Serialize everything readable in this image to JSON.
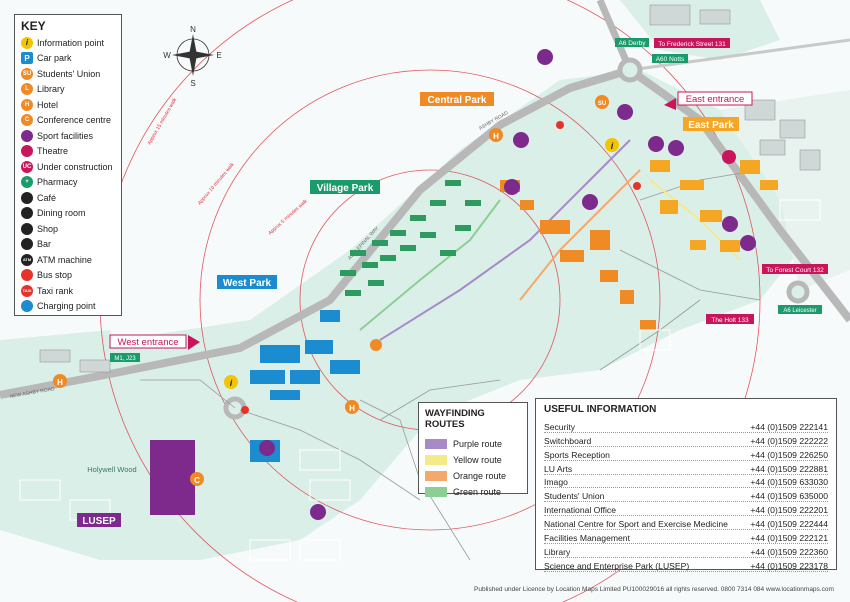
{
  "key": {
    "title": "KEY",
    "items": [
      {
        "label": "Information point",
        "icon": "information-icon",
        "color": "#f2c500",
        "glyph": "i"
      },
      {
        "label": "Car park",
        "icon": "car-park-icon",
        "color": "#1a8ccf",
        "glyph": "P"
      },
      {
        "label": "Students' Union",
        "icon": "students-union-icon",
        "color": "#f08a24",
        "glyph": "SU"
      },
      {
        "label": "Library",
        "icon": "library-icon",
        "color": "#f08a24",
        "glyph": "L"
      },
      {
        "label": "Hotel",
        "icon": "hotel-icon",
        "color": "#f08a24",
        "glyph": "H"
      },
      {
        "label": "Conference centre",
        "icon": "conference-centre-icon",
        "color": "#f08a24",
        "glyph": "C"
      },
      {
        "label": "Sport facilities",
        "icon": "sport-facilities-icon",
        "color": "#7d2a8c",
        "glyph": ""
      },
      {
        "label": "Theatre",
        "icon": "theatre-icon",
        "color": "#c8155b",
        "glyph": ""
      },
      {
        "label": "Under construction",
        "icon": "under-construction-icon",
        "color": "#c8155b",
        "glyph": "UC"
      },
      {
        "label": "Pharmacy",
        "icon": "pharmacy-icon",
        "color": "#1a9b6c",
        "glyph": "+"
      },
      {
        "label": "Café",
        "icon": "cafe-icon",
        "color": "#222222",
        "glyph": ""
      },
      {
        "label": "Dining room",
        "icon": "dining-room-icon",
        "color": "#222222",
        "glyph": ""
      },
      {
        "label": "Shop",
        "icon": "shop-icon",
        "color": "#222222",
        "glyph": ""
      },
      {
        "label": "Bar",
        "icon": "bar-icon",
        "color": "#222222",
        "glyph": ""
      },
      {
        "label": "ATM machine",
        "icon": "atm-icon",
        "color": "#222222",
        "glyph": "ATM"
      },
      {
        "label": "Bus stop",
        "icon": "bus-stop-icon",
        "color": "#e5332a",
        "glyph": ""
      },
      {
        "label": "Taxi rank",
        "icon": "taxi-rank-icon",
        "color": "#e5332a",
        "glyph": "TAXI"
      },
      {
        "label": "Charging point",
        "icon": "charging-point-icon",
        "color": "#1a8ccf",
        "glyph": ""
      }
    ]
  },
  "compass": {
    "n": "N",
    "s": "S",
    "e": "E",
    "w": "W"
  },
  "parks": {
    "central": "Central Park",
    "east": "East Park",
    "village": "Village Park",
    "west": "West Park",
    "lusep": "LUSEP",
    "holywell": "Holywell Wood"
  },
  "entrances": {
    "west": "West entrance",
    "east": "East entrance"
  },
  "signs": {
    "a6_derby": "A6 Derby",
    "a60_notts": "A60 Notts",
    "frederick": "To Frederick Street 131",
    "forest": "To Forest Court 132",
    "holt": "The Holt 133",
    "a6_leicester": "A6 Leicester",
    "m1_j23": "M1, J23"
  },
  "roads": {
    "epinal_way": "A512 EPINAL WAY",
    "ashby_road": "ASHBY ROAD",
    "new_ashby": "NEW ASHBY ROAD"
  },
  "walk_rings": {
    "five": "Approx 5 minutes walk",
    "ten": "Approx 10 minutes walk",
    "fifteen": "Approx 15 minutes walk"
  },
  "wayfinding": {
    "title": "WAYFINDING ROUTES",
    "routes": [
      {
        "label": "Purple route",
        "color": "#a78bc7"
      },
      {
        "label": "Yellow route",
        "color": "#f5ea8a"
      },
      {
        "label": "Orange route",
        "color": "#f4a86a"
      },
      {
        "label": "Green route",
        "color": "#8ccf95"
      }
    ]
  },
  "useful": {
    "title": "USEFUL INFORMATION",
    "rows": [
      {
        "name": "Security",
        "phone": "+44 (0)1509 222141"
      },
      {
        "name": "Switchboard",
        "phone": "+44 (0)1509 222222"
      },
      {
        "name": "Sports Reception",
        "phone": "+44 (0)1509 226250"
      },
      {
        "name": "LU Arts",
        "phone": "+44 (0)1509 222881"
      },
      {
        "name": "Imago",
        "phone": "+44 (0)1509 633030"
      },
      {
        "name": "Students' Union",
        "phone": "+44 (0)1509 635000"
      },
      {
        "name": "International Office",
        "phone": "+44 (0)1509 222201"
      },
      {
        "name": "National Centre for Sport and Exercise Medicine",
        "phone": "+44 (0)1509 222444"
      },
      {
        "name": "Facilities Management",
        "phone": "+44 (0)1509 222121"
      },
      {
        "name": "Library",
        "phone": "+44 (0)1509 222360"
      },
      {
        "name": "Science and Enterprise Park (LUSEP)",
        "phone": "+44 (0)1509 223178"
      }
    ]
  },
  "credit": "Published under Licence by Location Maps Limited PU100029016 all rights reserved. 0800 7314 084 www.locationmaps.com",
  "colors": {
    "land": "#d9efe8",
    "road": "#b8b8b8",
    "ring": "#e0303a",
    "purple": "#7d2a8c",
    "orange": "#f08a24",
    "teal": "#1a9b6c",
    "blue": "#1a8ccf",
    "magenta": "#c8155b",
    "red": "#e5332a"
  }
}
